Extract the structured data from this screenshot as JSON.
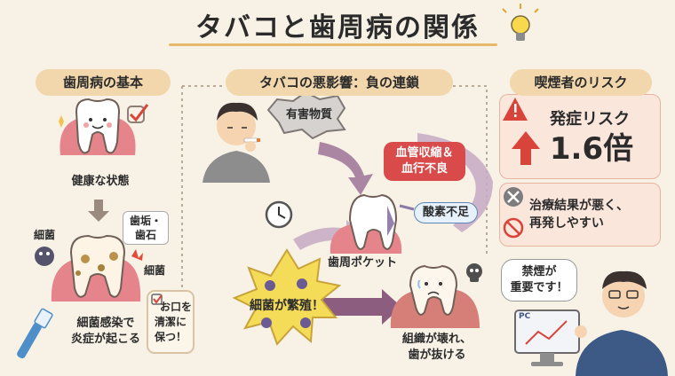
{
  "title": "タバコと歯周病の関係",
  "sections": {
    "basics": "歯周病の基本",
    "effects": "タバコの悪影響：負の連鎖",
    "risk": "喫煙者のリスク"
  },
  "basics": {
    "healthy": "健康な状態",
    "bacteria": "細菌",
    "plaque_line1": "歯垢・",
    "plaque_line2": "歯石",
    "bacteria2": "細菌",
    "inflammation_line1": "細菌感染で",
    "inflammation_line2": "炎症が起こる",
    "clean_line1": "お口を",
    "clean_line2": "清潔に",
    "clean_line3": "保つ！"
  },
  "chain": {
    "harmful": "有害物質",
    "vaso_line1": "血管収縮＆",
    "vaso_line2": "血行不良",
    "oxygen": "酸素不足",
    "pocket": "歯周ポケット",
    "multiply": "細菌が繁殖！",
    "result_line1": "組織が壊れ、",
    "result_line2": "歯が抜ける"
  },
  "risk": {
    "onset_label": "発症リスク",
    "onset_value": "1.6倍",
    "treat_line1": "治療結果が悪く、",
    "treat_line2": "再発しやすい",
    "quit_line1": "禁煙が",
    "quit_line2": "重要です！",
    "monitor_label": "PC"
  },
  "colors": {
    "accent_red": "#d9443a",
    "gum_pink": "#eb8e8e",
    "risk_bg": "#fbe6dc",
    "arrow_purple": "#9c7396"
  }
}
